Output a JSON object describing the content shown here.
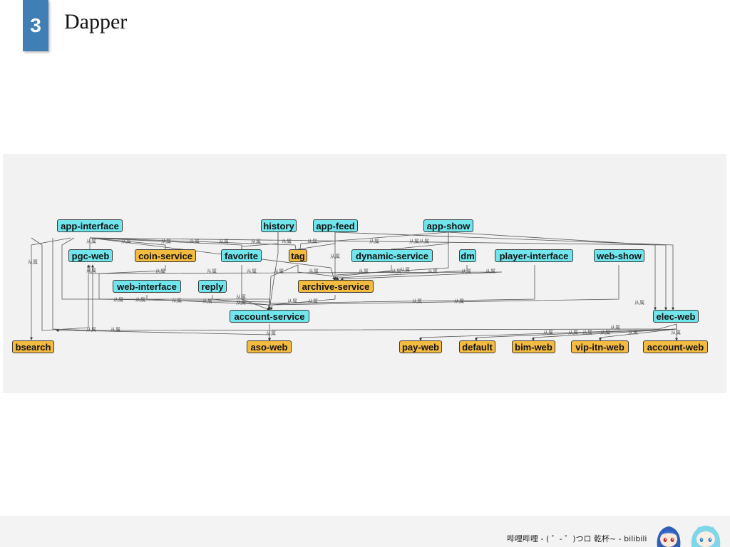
{
  "slide": {
    "number": "3",
    "title": "Dapper"
  },
  "diagram": {
    "edge_label": "从属",
    "nodes": {
      "app_interface": "app-interface",
      "history": "history",
      "app_feed": "app-feed",
      "app_show": "app-show",
      "pgc_web": "pgc-web",
      "coin_service": "coin-service",
      "favorite": "favorite",
      "tag": "tag",
      "dynamic_service": "dynamic-service",
      "dm": "dm",
      "player_interface": "player-interface",
      "web_show": "web-show",
      "web_interface": "web-interface",
      "reply": "reply",
      "archive_service": "archive-service",
      "account_service": "account-service",
      "elec_web": "elec-web",
      "bsearch": "bsearch",
      "aso_web": "aso-web",
      "pay_web": "pay-web",
      "default": "default",
      "bim_web": "bim-web",
      "vip_itn_web": "vip-itn-web",
      "account_web": "account-web"
    },
    "colors": {
      "service": "#70e6ec",
      "web": "#f3bb3f",
      "panel": "#f2f2f2"
    }
  },
  "footer": {
    "text": "哔哩哔哩 - (  ゜- ゜)つロ  乾杯~  - bilibili"
  },
  "icons": {
    "mascot_left": "mascot-22-icon",
    "mascot_right": "mascot-33-icon"
  }
}
